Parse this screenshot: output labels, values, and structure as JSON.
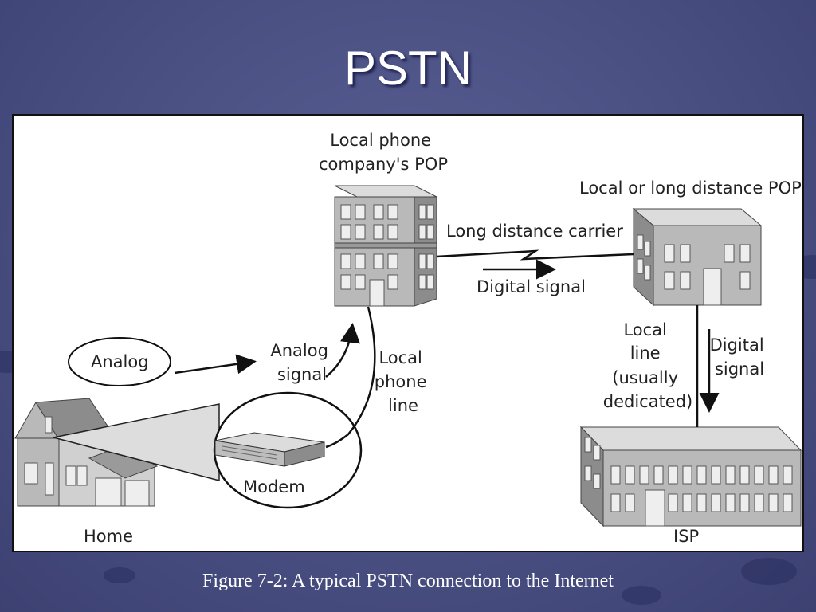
{
  "slide": {
    "title": "PSTN",
    "caption": "Figure 7-2: A typical PSTN connection to the Internet"
  },
  "diagram": {
    "local_pop": [
      "Local phone",
      "company's POP"
    ],
    "remote_pop": "Local or long distance POP",
    "long_distance_carrier": "Long distance carrier",
    "digital_signal_top": "Digital signal",
    "analog": "Analog",
    "analog_signal": [
      "Analog",
      "signal"
    ],
    "local_phone_line": [
      "Local",
      "phone",
      "line"
    ],
    "local_line_dedicated": [
      "Local",
      "line",
      "(usually",
      "dedicated)"
    ],
    "digital_signal_right": [
      "Digital",
      "signal"
    ],
    "modem": "Modem",
    "home": "Home",
    "isp": "ISP"
  },
  "colors": {
    "background": "#4a4f82",
    "building_face": "#b9b9b9",
    "building_side": "#8c8c8c",
    "building_roof": "#dcdcdc",
    "window": "#eeeeee"
  }
}
